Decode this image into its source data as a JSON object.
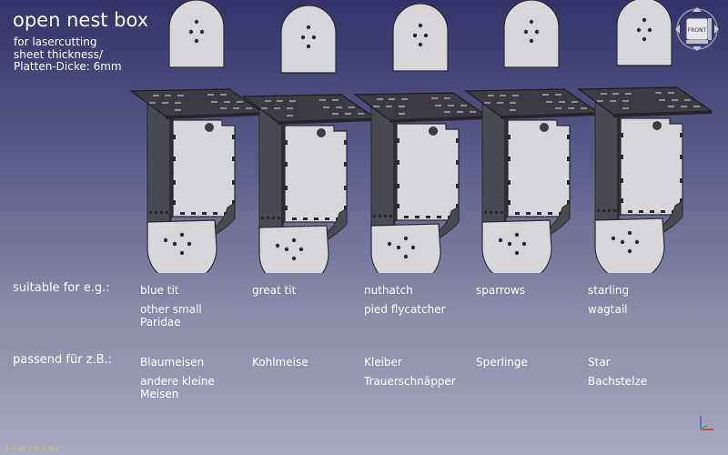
{
  "title": "open nest box",
  "subtitle": [
    "for lasercutting",
    "sheet thickness/",
    "Platten-Dicke:  6mm"
  ],
  "navcube": {
    "face_label": "FRONT"
  },
  "rows": [
    {
      "label": "suitable for e.g.:",
      "cells": [
        [
          "blue tit",
          "other small",
          "Paridae"
        ],
        [
          "great tit"
        ],
        [
          "nuthatch",
          "pied flycatcher"
        ],
        [
          "sparrows"
        ],
        [
          "starling",
          "wagtail"
        ]
      ]
    },
    {
      "label": "passend für z.B.:",
      "cells": [
        [
          "Blaumeisen",
          "andere kleine",
          "Meisen"
        ],
        [
          "Kohlmeise"
        ],
        [
          "Kleiber",
          "Trauerschnäpper"
        ],
        [
          "Sperlinge"
        ],
        [
          "Star",
          "Bachstelze"
        ]
      ]
    }
  ],
  "status": {
    "fps_text": "2.4 ms / 0.5 fps"
  },
  "colors": {
    "part_fill": "#d7d7db",
    "part_stroke": "#2a2a30",
    "roof": "#3c3c44"
  }
}
